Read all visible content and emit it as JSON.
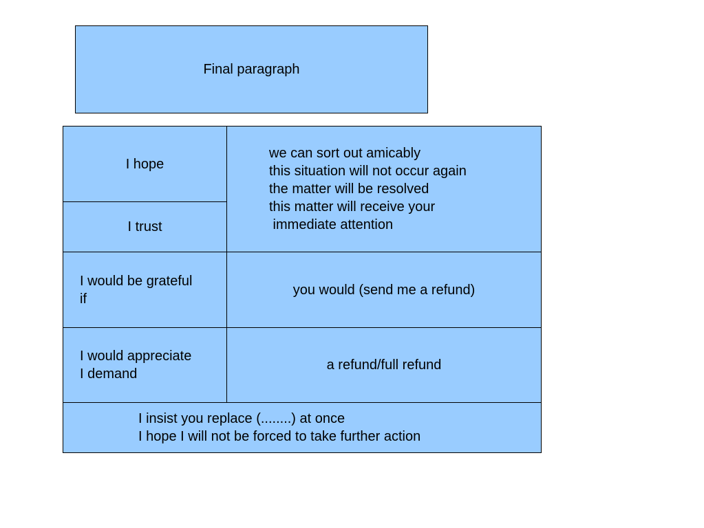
{
  "title": "Final paragraph",
  "rows": {
    "hope": "I hope",
    "trust": "I trust",
    "hope_trust_endings": [
      "we can sort out amicably",
      "this situation will not occur again",
      "the matter will be resolved",
      "this matter will receive your",
      " immediate attention"
    ],
    "grateful": [
      "I would be grateful",
      "if"
    ],
    "grateful_ending": "you would (send me a refund)",
    "appreciate": [
      "I would appreciate",
      "I demand"
    ],
    "appreciate_ending": "a refund/full refund",
    "closing": [
      "I insist you replace (........) at once",
      "I hope I will not be forced to take further action"
    ]
  },
  "colors": {
    "box_fill": "#99ccff",
    "border": "#000000"
  }
}
